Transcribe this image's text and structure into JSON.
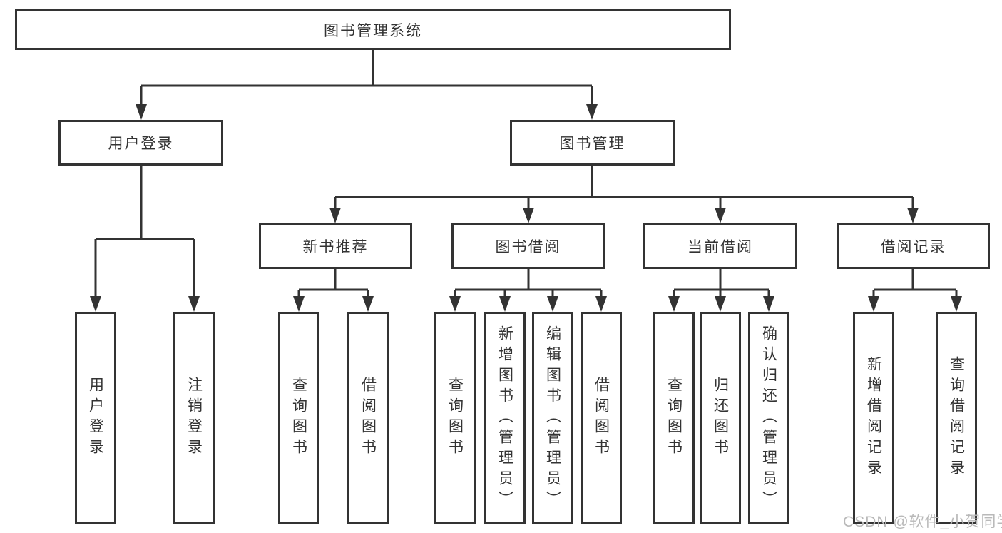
{
  "diagram": {
    "root": {
      "label": "图书管理系统"
    },
    "branches": [
      {
        "label": "用户登录",
        "leaves": [
          "用户登录",
          "注销登录"
        ]
      },
      {
        "label": "图书管理",
        "groups": [
          {
            "label": "新书推荐",
            "leaves": [
              "查询图书",
              "借阅图书"
            ]
          },
          {
            "label": "图书借阅",
            "leaves": [
              "查询图书",
              "新增图书（管理员）",
              "编辑图书（管理员）",
              "借阅图书"
            ]
          },
          {
            "label": "当前借阅",
            "leaves": [
              "查询图书",
              "归还图书",
              "确认归还（管理员）"
            ]
          },
          {
            "label": "借阅记录",
            "leaves": [
              "新增借阅记录",
              "查询借阅记录"
            ]
          }
        ]
      }
    ]
  },
  "watermark": {
    "text": "CSDN @软件_小贺同学",
    "color": "#b9b9b9"
  },
  "colors": {
    "line": "#333333",
    "box_background": "#ffffff",
    "text": "#333333"
  }
}
